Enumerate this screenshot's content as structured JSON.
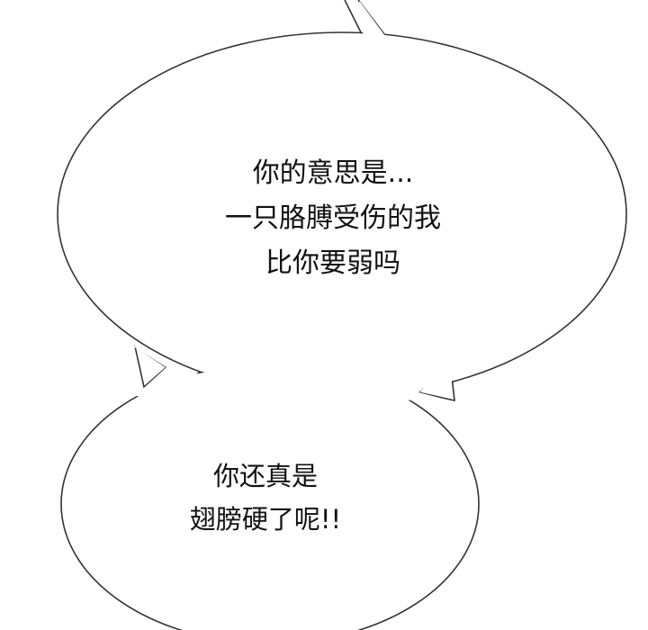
{
  "bubble_top": {
    "lines": [
      "你的意思是...",
      "一只胳膊受伤的我",
      "比你要弱吗"
    ]
  },
  "bubble_bottom": {
    "lines": [
      "你还真是",
      "翅膀硬了呢!!"
    ]
  },
  "colors": {
    "outline": "#333333",
    "fill": "#ffffff",
    "text": "#111111"
  }
}
